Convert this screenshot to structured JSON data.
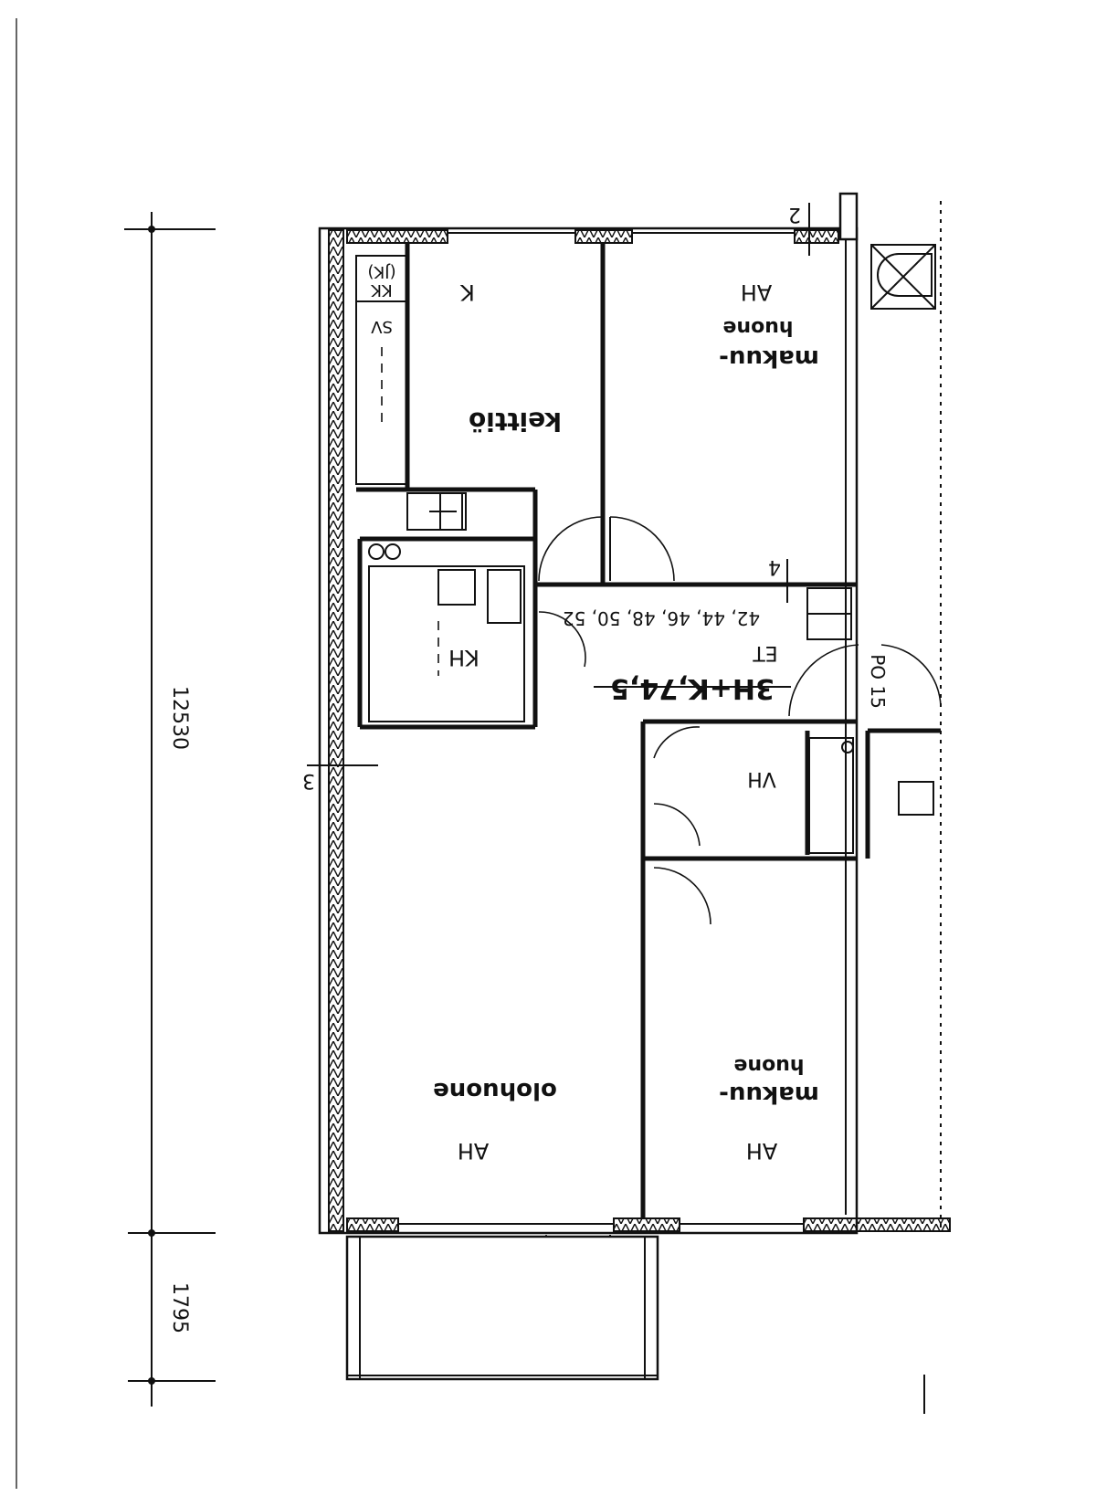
{
  "dimensions": {
    "overall": "12530",
    "balcony": "1795"
  },
  "section_marks": {
    "top": "2",
    "mid": "4",
    "left": "3"
  },
  "rooms": {
    "kitchen_code": "K",
    "kitchen_name": "keittiö",
    "bedroom_top_code": "AH",
    "bedroom_top_name_line1": "makuu-",
    "bedroom_top_name_line2": "huone",
    "bathroom_code": "KH",
    "hall_code": "ET",
    "toilet_code": "VH",
    "living_code": "AH",
    "living_name": "olohuone",
    "bedroom_bottom_code": "AH",
    "bedroom_bottom_name_line1": "makuu-",
    "bedroom_bottom_name_line2": "huone"
  },
  "fixtures": {
    "kk": "KK",
    "jk": "(JK)",
    "sv": "SV",
    "po": "PO 15"
  },
  "apartment": {
    "type": "3H+K,74,5",
    "numbers": "42, 44, 46, 48, 50, 52"
  }
}
